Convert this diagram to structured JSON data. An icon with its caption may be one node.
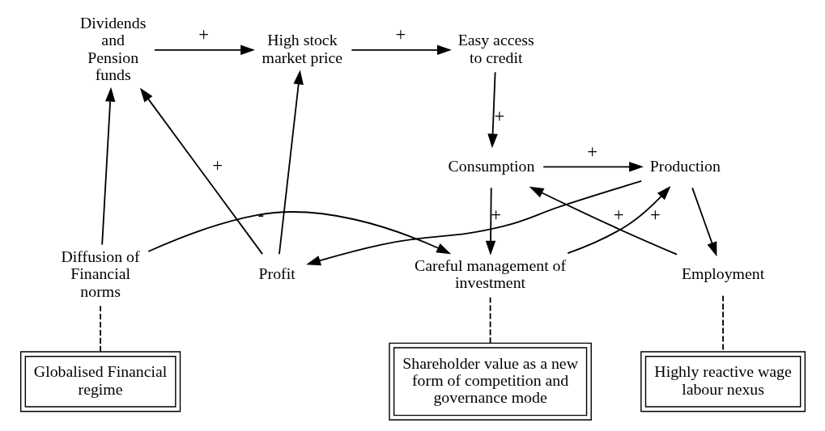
{
  "diagram": {
    "nodes": [
      {
        "text": [
          "Dividends and Pension funds"
        ]
      },
      {
        "text": [
          "High stock market price"
        ]
      },
      {
        "text": [
          "Easy access to credit"
        ]
      },
      {
        "text": [
          "Profit"
        ]
      },
      {
        "text": [
          "Consumption"
        ]
      },
      {
        "text": [
          "Production"
        ]
      },
      {
        "text": [
          "Employment"
        ]
      },
      {
        "text": [
          "Diffusion of Financial norms"
        ]
      },
      {
        "text": [
          "Careful management of investment"
        ]
      },
      {
        "text": [
          "Globalised Financial regime"
        ]
      },
      {
        "text": [
          "Shareholder value as a new form of competition and governance mode"
        ]
      },
      {
        "text": [
          "Highly reactive wage labour nexus"
        ]
      }
    ],
    "edges": [
      {
        "from": 0,
        "to": 1,
        "arrow": "to",
        "label": "+"
      },
      {
        "from": 1,
        "to": 2,
        "arrow": "to",
        "label": "+"
      },
      {
        "from": 2,
        "to": 4,
        "arrow": "to",
        "label": "+"
      },
      {
        "from": 3,
        "to": 0,
        "arrow": "to",
        "label": "+"
      },
      {
        "from": 3,
        "to": 1,
        "arrow": "to"
      },
      {
        "from": 4,
        "to": 5,
        "arrow": "to",
        "label": "+"
      },
      {
        "from": 4,
        "to": 8,
        "arrow": "to",
        "label": "+"
      },
      {
        "from": 5,
        "to": 3,
        "arrow": "to"
      },
      {
        "from": 5,
        "to": 6,
        "arrow": "to"
      },
      {
        "from": 6,
        "to": 4,
        "arrow": "to",
        "label": "+"
      },
      {
        "from": 6,
        "to": 11,
        "arrow": "none",
        "style": "dashed"
      },
      {
        "from": 7,
        "to": 0,
        "arrow": "to"
      },
      {
        "from": 7,
        "to": 8,
        "arrow": "to",
        "label": "-"
      },
      {
        "from": 7,
        "to": 9,
        "arrow": "none",
        "style": "dashed"
      },
      {
        "from": 8,
        "to": 5,
        "arrow": "to",
        "label": "+"
      },
      {
        "from": 8,
        "to": 10,
        "arrow": "none",
        "style": "dashed"
      }
    ]
  }
}
